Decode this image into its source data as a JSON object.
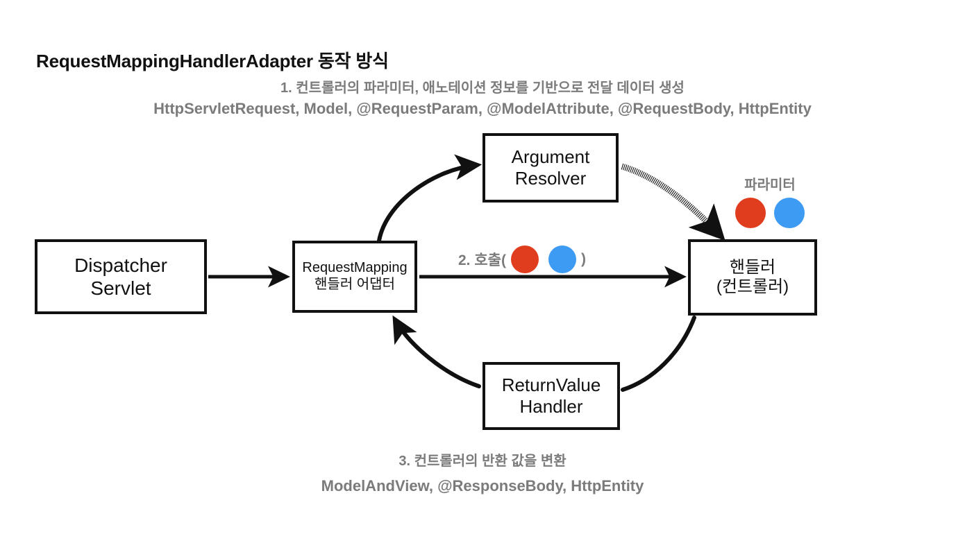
{
  "title": "RequestMappingHandlerAdapter 동작 방식",
  "captions": {
    "top_step": "1. 컨트롤러의 파라미터, 애노테이션 정보를 기반으로 전달 데이터 생성",
    "top_types": "HttpServletRequest, Model, @RequestParam, @ModelAttribute, @RequestBody, HttpEntity",
    "bottom_step": "3. 컨트롤러의 반환 값을 변환",
    "bottom_types": "ModelAndView, @ResponseBody, HttpEntity"
  },
  "nodes": {
    "dispatcher": {
      "line1": "Dispatcher",
      "line2": "Servlet"
    },
    "argument_resolver": {
      "line1": "Argument",
      "line2": "Resolver"
    },
    "request_mapping": {
      "line1": "RequestMapping",
      "line2": "핸들러 어댑터"
    },
    "handler": {
      "line1": "핸들러",
      "line2": "(컨트롤러)"
    },
    "return_value_handler": {
      "line1": "ReturnValue",
      "line2": "Handler"
    }
  },
  "labels": {
    "call_prefix": "2. 호출(",
    "call_suffix": ")",
    "parameter": "파라미터"
  },
  "colors": {
    "red_dot": "#e03c1e",
    "blue_dot": "#3d9bf4",
    "stroke": "#111111",
    "caption_gray": "#7b7b7b",
    "background": "#ffffff"
  }
}
